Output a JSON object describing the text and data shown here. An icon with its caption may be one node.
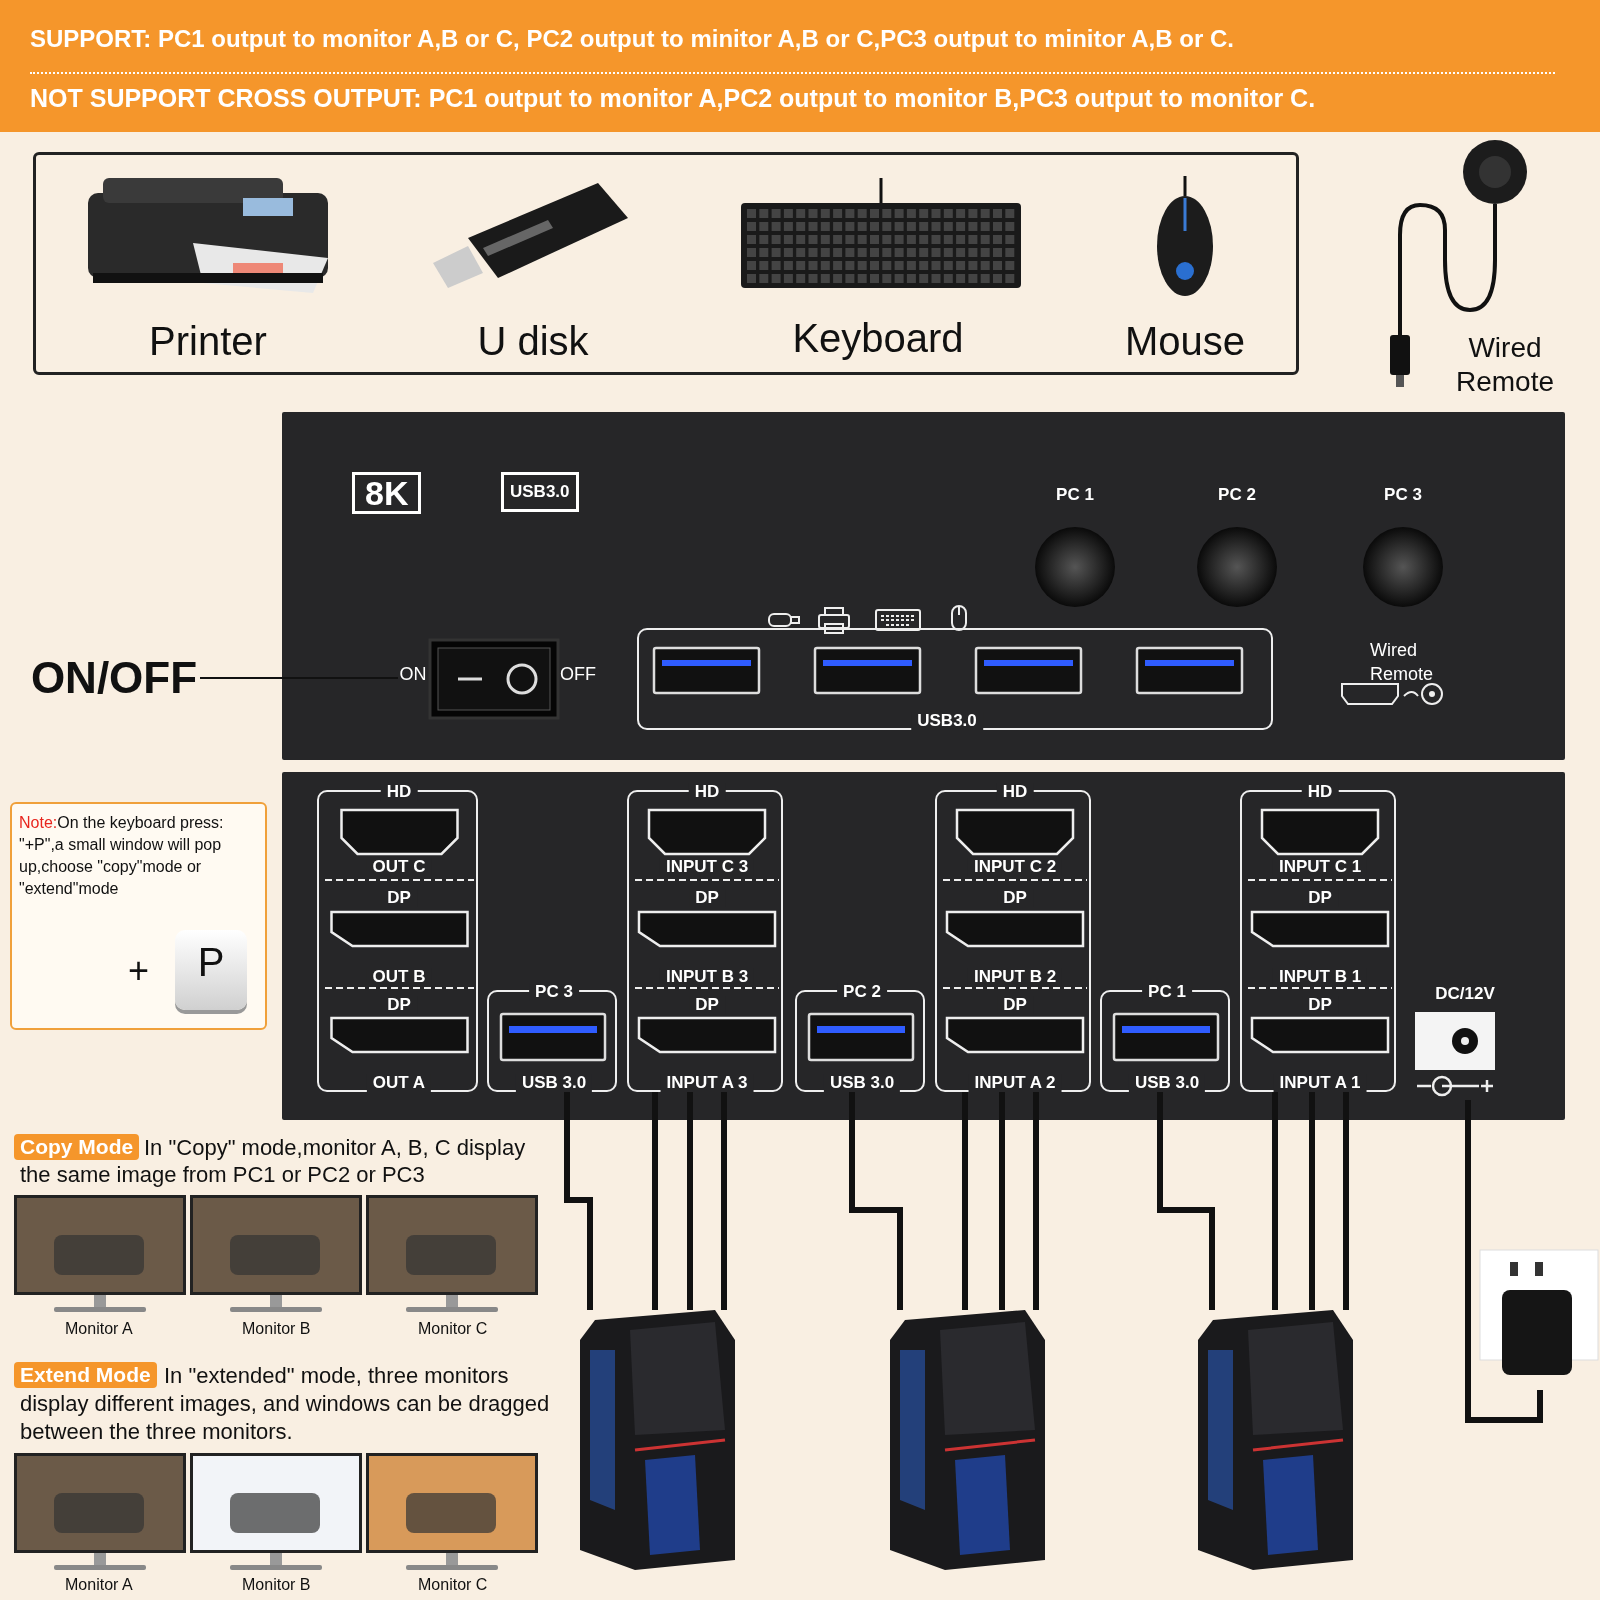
{
  "diagram": {
    "nodes": [
      {
        "text": [],
        "shape": "box"
      },
      {
        "text": [
          "Printer"
        ],
        "in": 0
      },
      {
        "text": [
          "U disk"
        ],
        "in": 0
      },
      {
        "text": [
          "Keyboard"
        ],
        "in": 0
      },
      {
        "text": [
          "Mouse"
        ],
        "in": 0
      },
      {
        "text": [
          "Wired Remote"
        ]
      },
      {
        "text": [],
        "shape": "box"
      },
      {
        "text": [
          "PC 1"
        ],
        "in": 6
      },
      {
        "text": [
          "PC 2"
        ],
        "in": 6
      },
      {
        "text": [
          "PC 3"
        ],
        "in": 6
      },
      {
        "text": [
          "ON",
          "OFF"
        ],
        "in": 6
      },
      {
        "text": [
          "USB3.0"
        ],
        "in": 6
      },
      {
        "text": [
          "Wired Remote"
        ],
        "in": 6
      },
      {
        "text": [
          "ON/OFF"
        ]
      },
      {
        "text": [],
        "shape": "box"
      },
      {
        "text": [
          "HD",
          "OUT C",
          "DP",
          "OUT B",
          "DP",
          "OUT A"
        ],
        "in": 14
      },
      {
        "text": [
          "PC 3",
          "USB 3.0"
        ],
        "in": 14
      },
      {
        "text": [
          "HD",
          "INPUT C 3",
          "DP",
          "INPUT B 3",
          "DP",
          "INPUT A 3"
        ],
        "in": 14
      },
      {
        "text": [
          "PC 2",
          "USB 3.0"
        ],
        "in": 14
      },
      {
        "text": [
          "HD",
          "INPUT C 2",
          "DP",
          "INPUT B 2",
          "DP",
          "INPUT A 2"
        ],
        "in": 14
      },
      {
        "text": [
          "PC 1",
          "USB 3.0"
        ],
        "in": 14
      },
      {
        "text": [
          "HD",
          "INPUT C 1",
          "DP",
          "INPUT B 1",
          "DP",
          "INPUT A 1"
        ],
        "in": 14
      },
      {
        "text": [
          "DC/12V"
        ],
        "in": 14
      },
      {
        "text": [
          "Note:",
          "On the keyboard press: \"+P\",a small window will pop up,choose \"copy\"mode or \"extend\"mode"
        ]
      },
      {
        "text": [],
        "shape": "picture"
      },
      {
        "text": [],
        "shape": "picture"
      },
      {
        "text": [],
        "shape": "picture"
      },
      {
        "text": [],
        "shape": "picture"
      }
    ],
    "edges": [
      {
        "from": 13,
        "to": 10,
        "arrow": "none"
      },
      {
        "from": 16,
        "to": 24,
        "arrow": "none"
      },
      {
        "from": 17,
        "to": 24,
        "arrow": "none"
      },
      {
        "from": 17,
        "to": 24,
        "arrow": "none"
      },
      {
        "from": 17,
        "to": 24,
        "arrow": "none"
      },
      {
        "from": 18,
        "to": 25,
        "arrow": "none"
      },
      {
        "from": 19,
        "to": 25,
        "arrow": "none"
      },
      {
        "from": 19,
        "to": 25,
        "arrow": "none"
      },
      {
        "from": 19,
        "to": 25,
        "arrow": "none"
      },
      {
        "from": 20,
        "to": 26,
        "arrow": "none"
      },
      {
        "from": 21,
        "to": 26,
        "arrow": "none"
      },
      {
        "from": 21,
        "to": 26,
        "arrow": "none"
      },
      {
        "from": 21,
        "to": 26,
        "arrow": "none"
      },
      {
        "from": 22,
        "to": 27,
        "arrow": "none"
      }
    ],
    "labels": [
      "SUPPORT: PC1 output to monitor A,B or C, PC2 output to minitor A,B or C,PC3 output to minitor A,B or C.",
      "NOT SUPPORT CROSS OUTPUT: PC1 output to monitor A,PC2 output to monitor B,PC3 output to monitor C.",
      "8K",
      "USB3.0",
      "+",
      "P",
      "Copy Mode",
      "In \"Copy\" mode,monitor A, B, C display the same image from PC1 or PC2 or PC3",
      "Monitor A",
      "Monitor B",
      "Monitor C",
      "Extend Mode",
      "In \"extended\" mode, three monitors display different images, and windows can be dragged between the three monitors.",
      "Monitor A",
      "Monitor B",
      "Monitor C"
    ]
  }
}
